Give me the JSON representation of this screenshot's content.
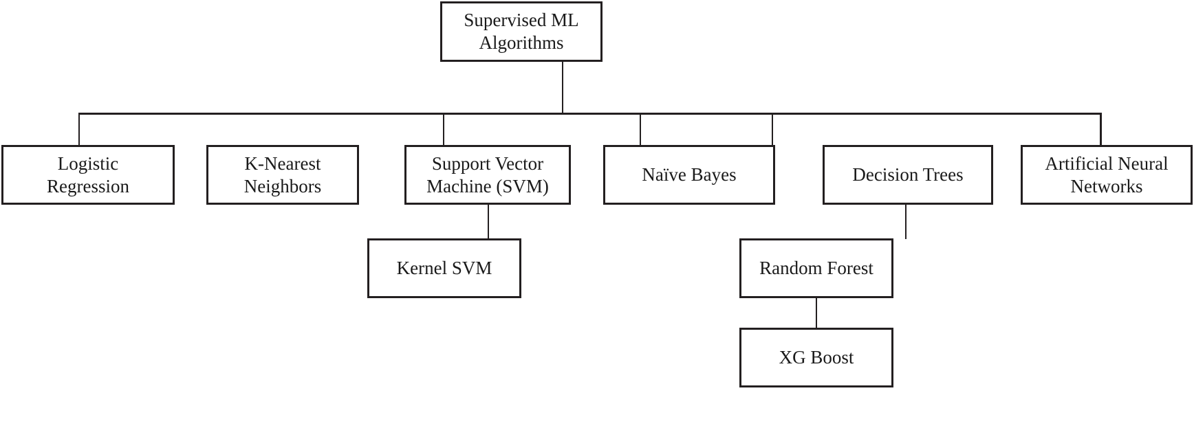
{
  "diagram": {
    "title": "Supervised ML Algorithms",
    "type": "hierarchy-tree-chart",
    "background_color": "#ffffff",
    "line_color": "#231f20",
    "text_color": "#1a1a1a",
    "root": {
      "label": "Supervised ML\nAlgorithms"
    },
    "level1": [
      {
        "id": "logistic-regression",
        "label": "Logistic\nRegression"
      },
      {
        "id": "k-nearest-neighbors",
        "label": "K-Nearest\nNeighbors"
      },
      {
        "id": "support-vector-machine",
        "label": "Support Vector\nMachine  (SVM)"
      },
      {
        "id": "naive-bayes",
        "label": "Naïve Bayes"
      },
      {
        "id": "decision-trees",
        "label": "Decision Trees"
      },
      {
        "id": "artificial-neural-networks",
        "label": "Artificial Neural\nNetworks"
      }
    ],
    "level2": [
      {
        "id": "kernel-svm",
        "label": "Kernel SVM",
        "parent": "support-vector-machine"
      },
      {
        "id": "random-forest",
        "label": "Random Forest",
        "parent": "decision-trees"
      }
    ],
    "level3": [
      {
        "id": "xg-boost",
        "label": "XG Boost",
        "parent": "random-forest"
      }
    ]
  }
}
